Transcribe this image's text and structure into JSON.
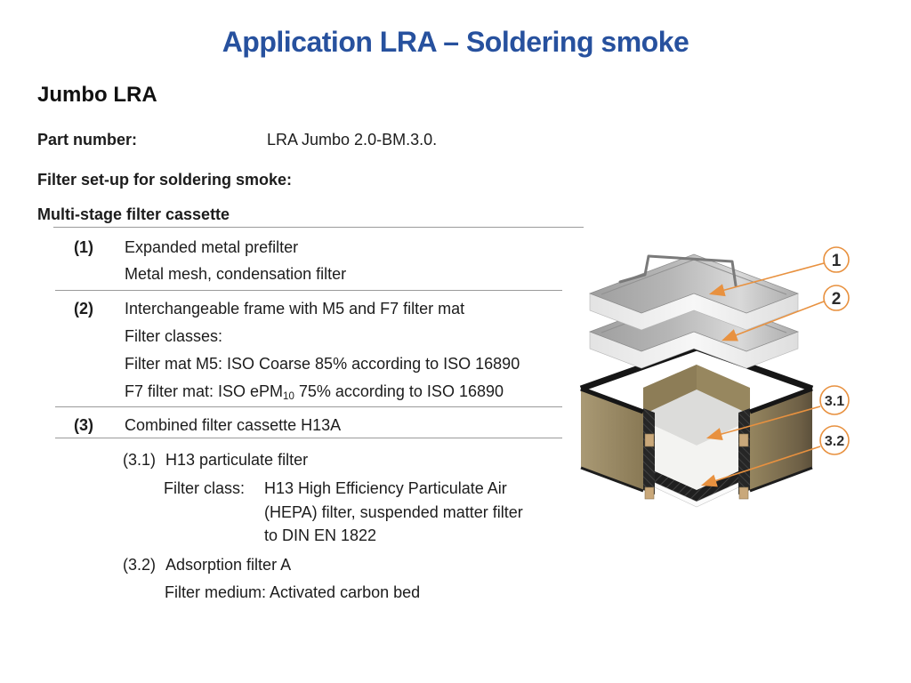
{
  "slide": {
    "title": "Application LRA – Soldering smoke",
    "heading": "Jumbo LRA",
    "part_number_label": "Part number:",
    "part_number_value": "LRA Jumbo 2.0-BM.3.0.",
    "setup_label": "Filter set-up for soldering smoke:",
    "cassette_label": "Multi-stage filter cassette"
  },
  "filter_table": {
    "rows": [
      {
        "num": "(1)",
        "line1": "Expanded metal prefilter",
        "line2": "Metal mesh, condensation filter"
      },
      {
        "num": "(2)",
        "line1": "Interchangeable frame with M5 and F7 filter mat",
        "line2": "Filter classes:",
        "line3": "Filter mat M5: ISO Coarse 85% according to ISO 16890",
        "f7_prefix": "F7 filter mat: ISO ePM",
        "f7_sub": "10",
        "f7_suffix": " 75% according to ISO 16890"
      },
      {
        "num": "(3)",
        "line1": "Combined filter cassette H13A"
      }
    ],
    "sub31": {
      "num": "(3.1)",
      "title": "H13 particulate filter",
      "class_label": "Filter class:",
      "class_value_line1": "H13 High Efficiency Particulate Air",
      "class_value_line2": "(HEPA) filter, suspended matter filter",
      "class_value_line3": "to DIN EN 1822"
    },
    "sub32": {
      "num": "(3.2)",
      "title": "Adsorption filter A",
      "medium_line": "Filter medium: Activated carbon bed"
    }
  },
  "diagram": {
    "callouts": [
      {
        "label": "1"
      },
      {
        "label": "2"
      },
      {
        "label": "3.1"
      },
      {
        "label": "3.2"
      }
    ],
    "colors": {
      "accent_orange": "#E8913F",
      "title_blue": "#27519E",
      "wall_brown": "#95855F"
    }
  }
}
